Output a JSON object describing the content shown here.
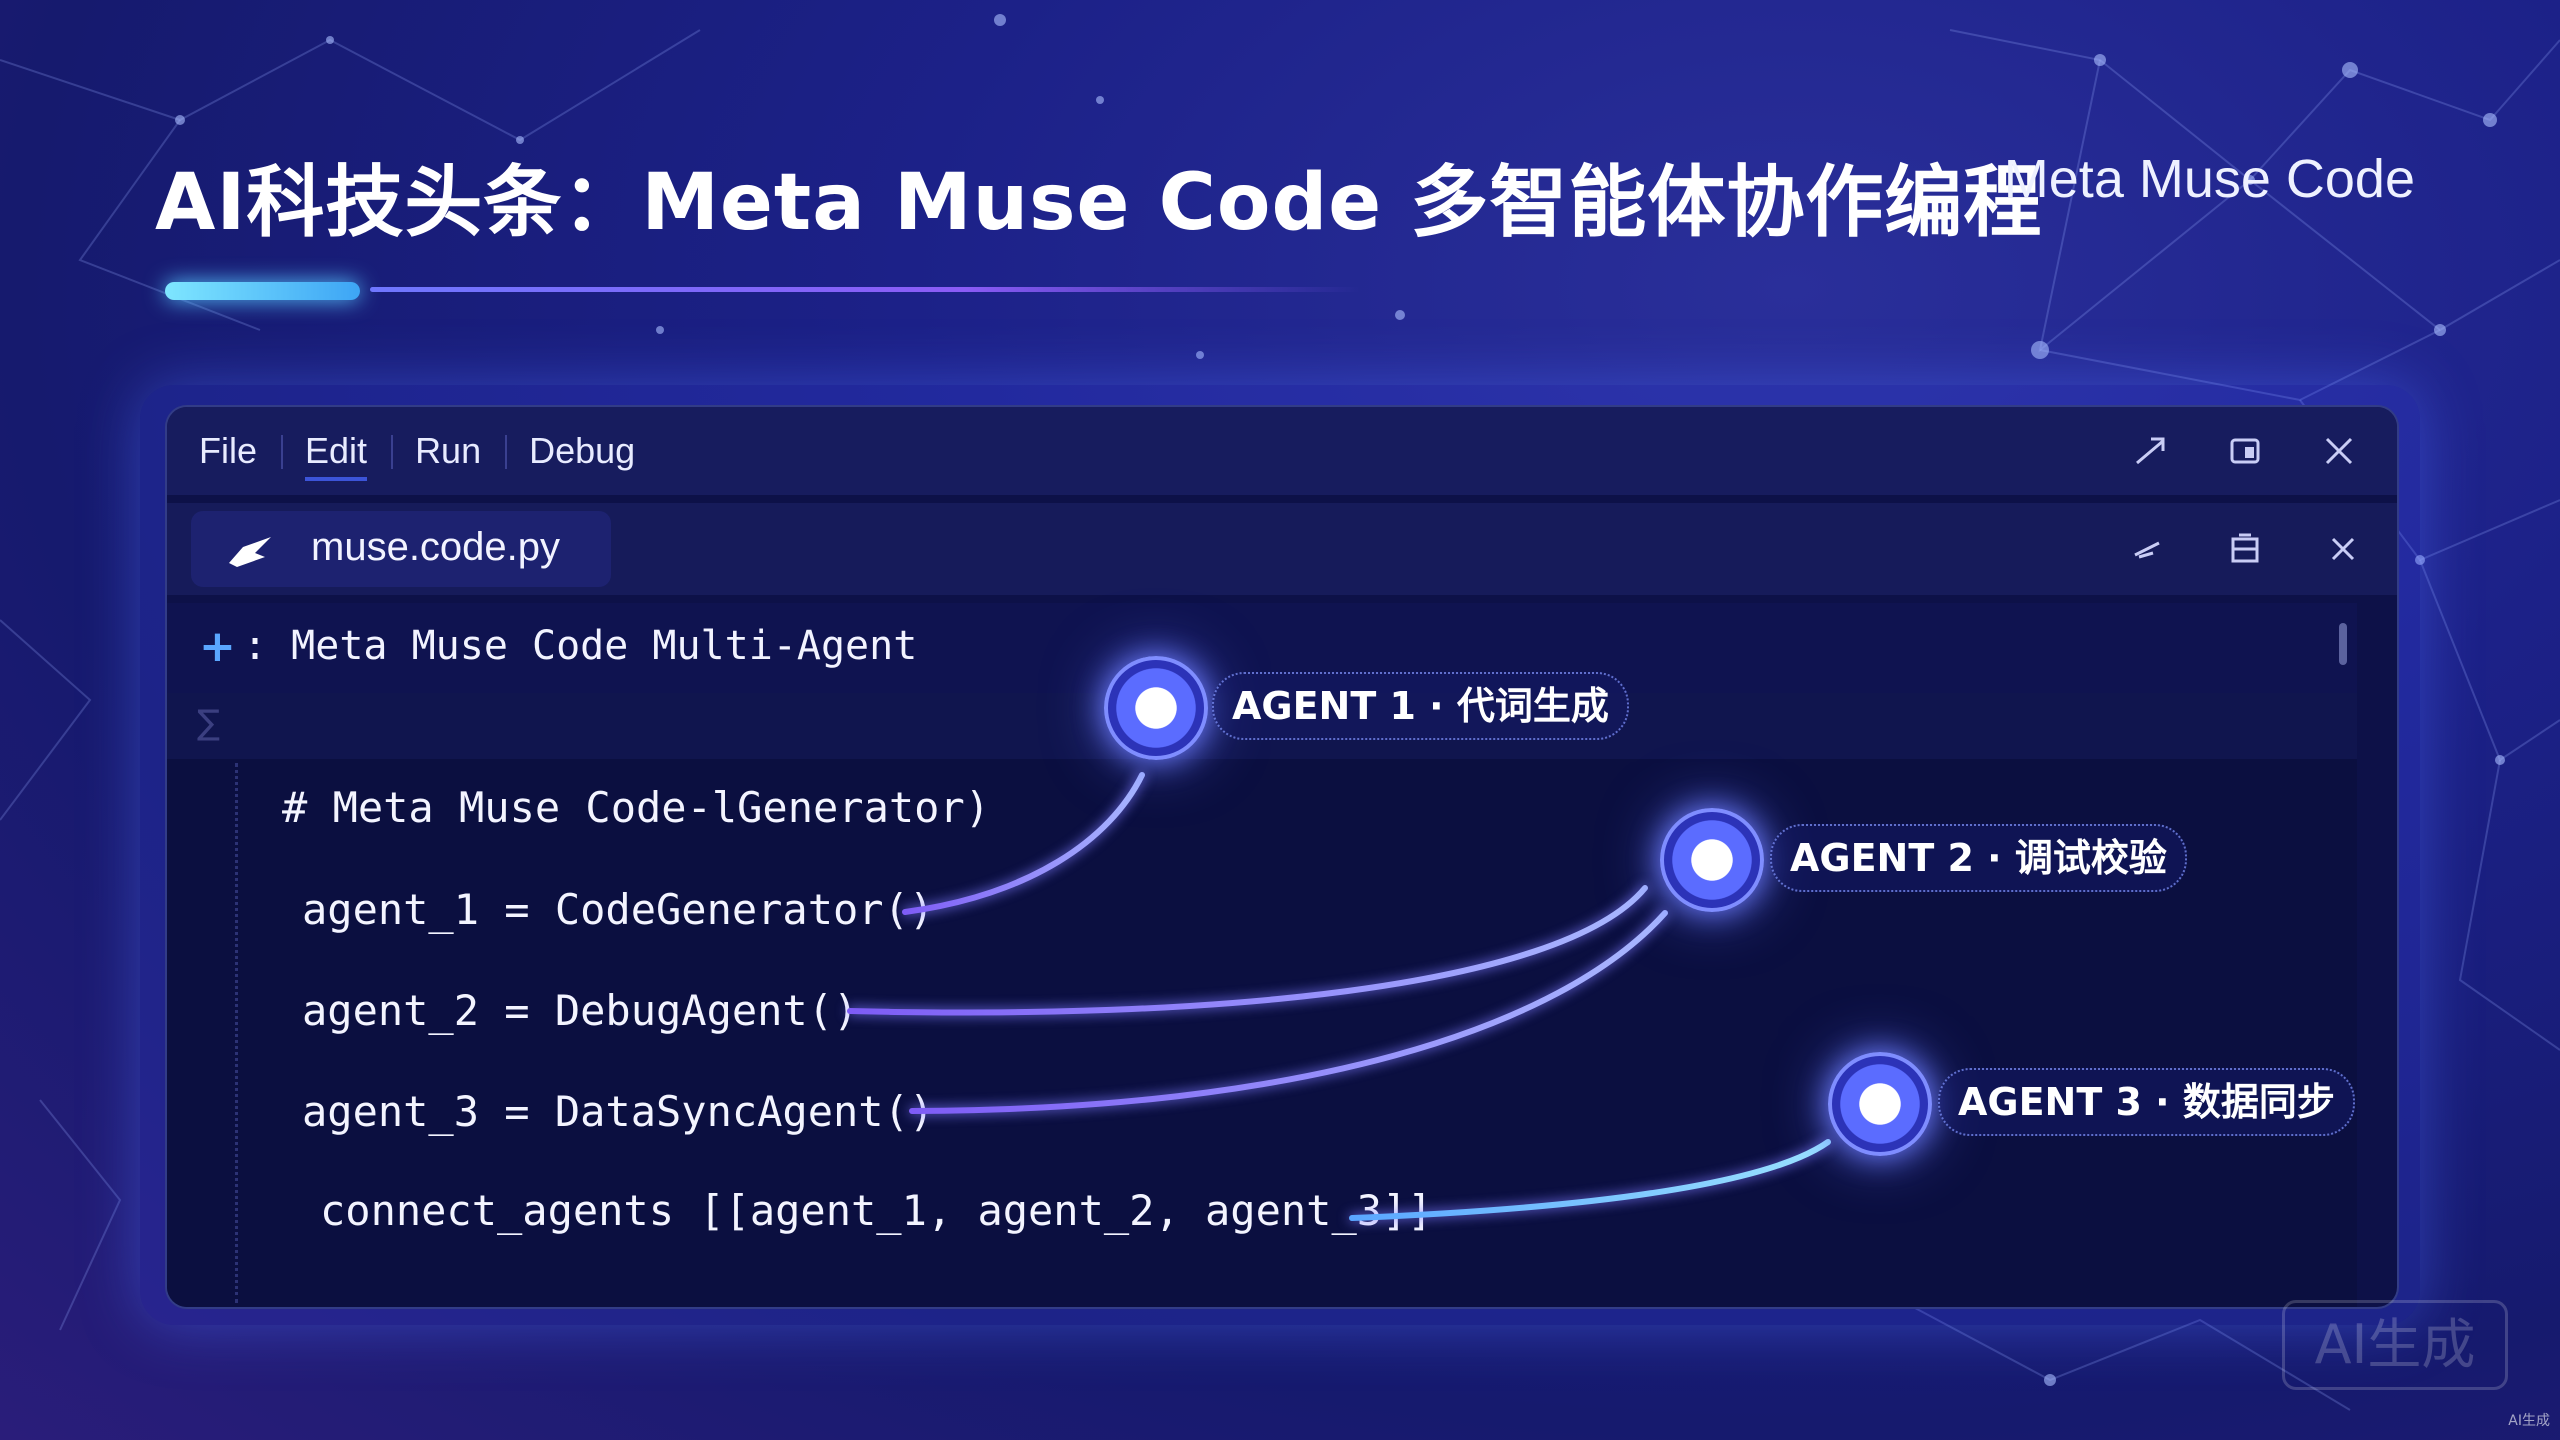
{
  "header": {
    "title": "AI科技头条：Meta Muse Code 多智能体协作编程",
    "brand": "Meta Muse Code"
  },
  "menu": {
    "items": [
      "File",
      "Edit",
      "Run",
      "Debug"
    ],
    "active": "Edit"
  },
  "window_controls": [
    "expand-icon",
    "restore-icon",
    "close-icon"
  ],
  "tab": {
    "filename": "muse.code.py",
    "icon": "file-arrow-icon",
    "controls": [
      "minimize-icon",
      "split-icon",
      "close-icon"
    ]
  },
  "editor": {
    "header_text": ": Meta Muse Code Multi-Agent",
    "code_lines": [
      "# Meta Muse Code-lGenerator)",
      "agent_1 = CodeGenerator()",
      "agent_2 = DebugAgent()",
      "agent_3 = DataSyncAgent()",
      "connect_agents [[agent_1, agent_2, agent_3]]"
    ]
  },
  "agents": [
    {
      "label": "AGENT 1 · 代词生成"
    },
    {
      "label": "AGENT 2 · 调试校验"
    },
    {
      "label": "AGENT 3 · 数据同步"
    }
  ],
  "watermark": {
    "badge": "AI生成",
    "corner": "AI生成"
  },
  "colors": {
    "background": "#1c2188",
    "accent_cyan": "#7ee6ff",
    "accent_purple": "#8b5cf6",
    "editor_bg": "#0b0f40",
    "node_blue": "#5b6cff"
  }
}
